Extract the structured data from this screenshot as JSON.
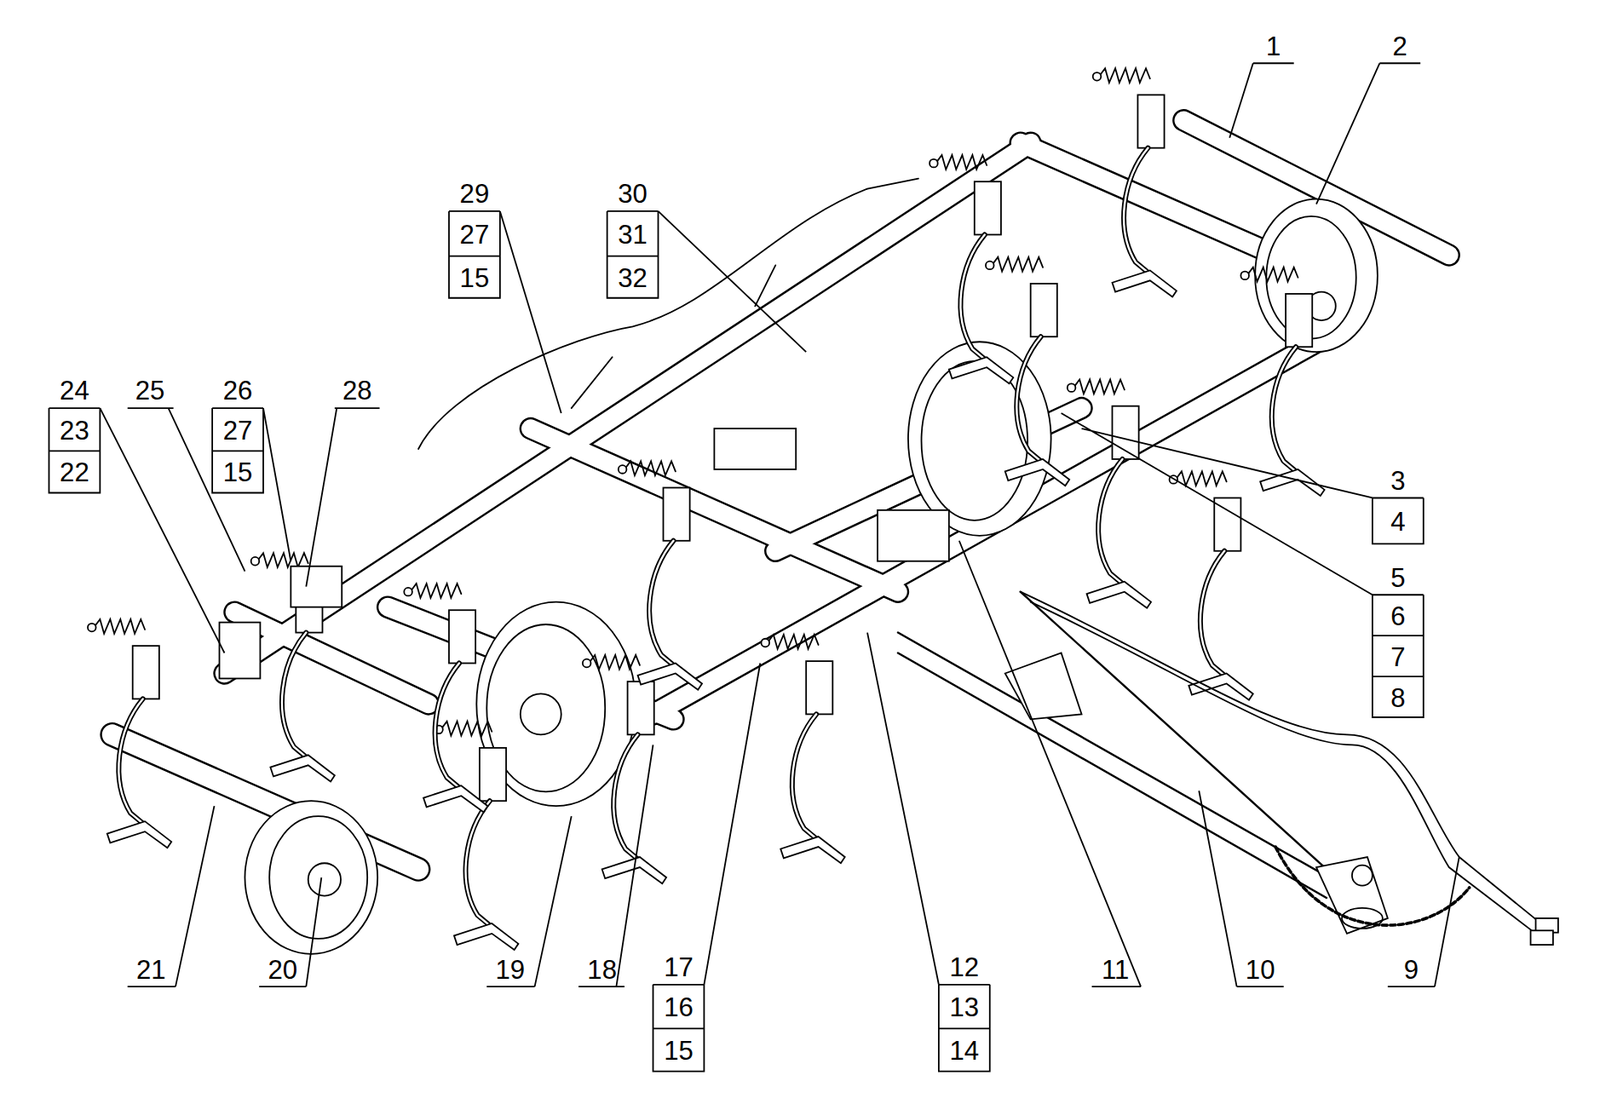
{
  "diagram": {
    "labels": [
      "1",
      "2",
      "29",
      "27",
      "15",
      "30",
      "31",
      "32",
      "24",
      "23",
      "22",
      "25",
      "26",
      "27",
      "15",
      "28",
      "3",
      "4",
      "5",
      "6",
      "7",
      "8",
      "21",
      "20",
      "19",
      "18",
      "17",
      "16",
      "15",
      "12",
      "13",
      "14",
      "11",
      "10",
      "9"
    ]
  }
}
